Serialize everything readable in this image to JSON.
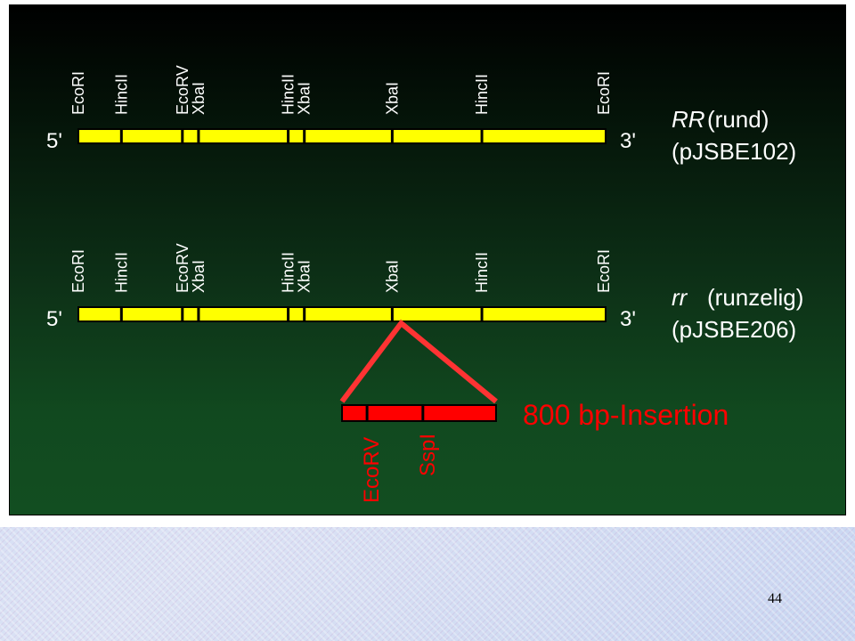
{
  "colors": {
    "map_fill": "#ffff00",
    "insert_fill": "#ff0000",
    "insert_text": "#ff0000",
    "insert_lines": "#ff3333",
    "text": "#ffffff",
    "outline": "#000000"
  },
  "scale_bp": {
    "min": 0,
    "max": 5880
  },
  "maps": [
    {
      "id": "rr-rund",
      "end_5": "5'",
      "end_3": "3'",
      "genotype": "RR",
      "name": "(rund)",
      "plasmid": "(pJSBE102)",
      "sites": [
        {
          "name": "EcoRI",
          "bp": 0
        },
        {
          "name": "HincII",
          "bp": 480
        },
        {
          "name": "EcoRV",
          "bp": 1160
        },
        {
          "name": "XbaI",
          "bp": 1340
        },
        {
          "name": "HincII",
          "bp": 2340
        },
        {
          "name": "XbaI",
          "bp": 2520
        },
        {
          "name": "XbaI",
          "bp": 3500
        },
        {
          "name": "HincII",
          "bp": 4500
        },
        {
          "name": "EcoRI",
          "bp": 5880
        }
      ]
    },
    {
      "id": "rr-runzelig",
      "end_5": "5'",
      "end_3": "3'",
      "genotype": "rr",
      "name": "(runzelig)",
      "plasmid": "(pJSBE206)",
      "sites": [
        {
          "name": "EcoRI",
          "bp": 0
        },
        {
          "name": "HincII",
          "bp": 480
        },
        {
          "name": "EcoRV",
          "bp": 1160
        },
        {
          "name": "XbaI",
          "bp": 1340
        },
        {
          "name": "HincII",
          "bp": 2340
        },
        {
          "name": "XbaI",
          "bp": 2520
        },
        {
          "name": "XbaI",
          "bp": 3500
        },
        {
          "name": "HincII",
          "bp": 4500
        },
        {
          "name": "EcoRI",
          "bp": 5880
        }
      ]
    }
  ],
  "insertion": {
    "label": "800 bp-Insertion",
    "host_map": "rr-runzelig",
    "host_site_bp": 3600,
    "length_bp": 800,
    "sites": [
      {
        "name": "EcoRV",
        "bp": 130
      },
      {
        "name": "SspI",
        "bp": 420
      }
    ]
  },
  "page_number": "44"
}
